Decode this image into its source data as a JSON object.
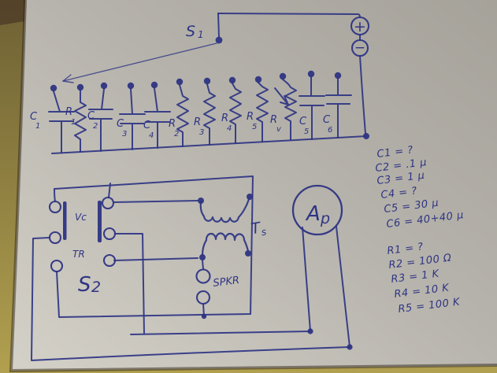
{
  "colors": {
    "ink": "#2e3483",
    "paper-light": "#d4d1c8",
    "paper-mid": "#b6b3ac",
    "paper-dark": "#a5a29a",
    "desk-top": "#6e6134",
    "desk-bottom": "#b1a04f",
    "desk-corner": "#503d28",
    "edge-shadow": "#2f2517"
  },
  "dial": {
    "switch": {
      "label": "S",
      "sub": "1"
    },
    "battery": {
      "plus": "+",
      "minus": "−"
    },
    "components": [
      {
        "id": "C1",
        "label": "C",
        "sub": "1",
        "kind": "capacitor"
      },
      {
        "id": "R1",
        "label": "R",
        "sub": "1",
        "kind": "resistor"
      },
      {
        "id": "C2",
        "label": "C",
        "sub": "2",
        "kind": "capacitor"
      },
      {
        "id": "C3",
        "label": "C",
        "sub": "3",
        "kind": "capacitor"
      },
      {
        "id": "C4",
        "label": "C",
        "sub": "4",
        "kind": "capacitor"
      },
      {
        "id": "R2",
        "label": "R",
        "sub": "2",
        "kind": "resistor"
      },
      {
        "id": "R3",
        "label": "R",
        "sub": "3",
        "kind": "resistor"
      },
      {
        "id": "R4",
        "label": "R",
        "sub": "4",
        "kind": "resistor"
      },
      {
        "id": "R5",
        "label": "R",
        "sub": "5",
        "kind": "resistor"
      },
      {
        "id": "Rv",
        "label": "R",
        "sub": "v",
        "kind": "variable-resistor"
      },
      {
        "id": "C5",
        "label": "C",
        "sub": "5",
        "kind": "capacitor"
      },
      {
        "id": "C6",
        "label": "C",
        "sub": "6",
        "kind": "capacitor"
      }
    ]
  },
  "lower": {
    "jack_vc_label": "Vc",
    "jack_tr_label": "TR",
    "switch": {
      "label": "S",
      "sub": "2"
    },
    "transformer": {
      "label": "T",
      "sub": "s"
    },
    "speaker_label": "SPKR",
    "meter": {
      "label": "A",
      "sub": "p"
    }
  },
  "parts_list": {
    "capacitors": [
      "C1 = ?",
      "C2 = .1 μ",
      "C3 = 1 μ",
      "C4 = ?",
      "C5 = 30 μ",
      "C6 = 40+40 μ"
    ],
    "resistors": [
      "R1 = ?",
      "R2 = 100 Ω",
      "R3 = 1 K",
      "R4 = 10 K",
      "R5 = 100 K"
    ]
  }
}
